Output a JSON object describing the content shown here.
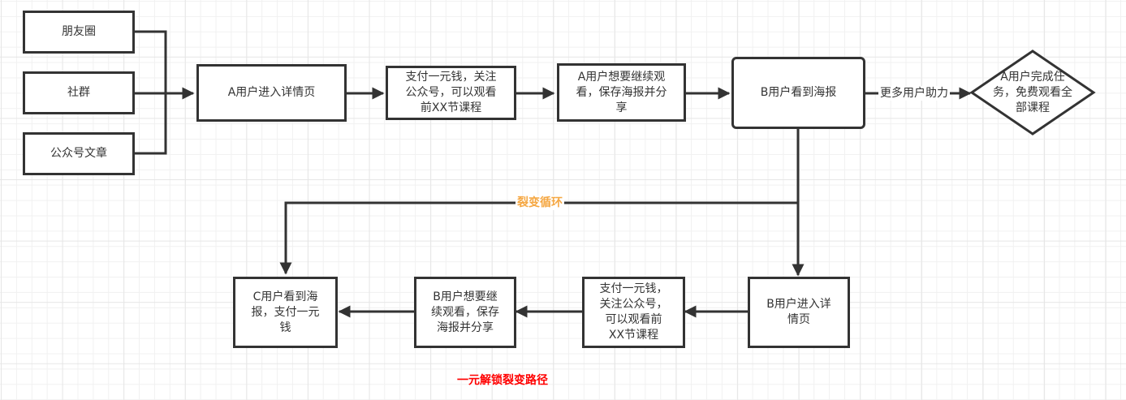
{
  "diagram": {
    "sources": [
      {
        "id": "moments",
        "label": "朋友圈"
      },
      {
        "id": "community",
        "label": "社群"
      },
      {
        "id": "article",
        "label": "公众号文章"
      }
    ],
    "top_flow": [
      {
        "id": "a-enter",
        "label": "A用户进入详情页"
      },
      {
        "id": "a-pay",
        "label": "支付一元钱，关注\n公众号，可以观看\n前XX节课程"
      },
      {
        "id": "a-share",
        "label": "A用户想要继续观\n看，保存海报并分\n享"
      },
      {
        "id": "b-see",
        "label": "B用户看到海报"
      }
    ],
    "decision": {
      "id": "a-complete",
      "label": "A用户完成任\n务，免费观看全\n部课程"
    },
    "bottom_flow": [
      {
        "id": "b-enter",
        "label": "B用户进入详\n情页"
      },
      {
        "id": "b-pay",
        "label": "支付一元钱，\n关注公众号，\n可以观看前\nXX节课程"
      },
      {
        "id": "b-share",
        "label": "B用户想要继\n续观看，保存\n海报并分享"
      },
      {
        "id": "c-see",
        "label": "C用户看到海\n报，支付一元\n钱"
      }
    ],
    "edge_labels": {
      "more_help": "更多用户助力",
      "fission_loop": "裂变循环"
    },
    "caption": "一元解锁裂变路径",
    "colors": {
      "stroke": "#333333",
      "loop_label": "#f5a742",
      "caption": "#ff0000"
    }
  }
}
